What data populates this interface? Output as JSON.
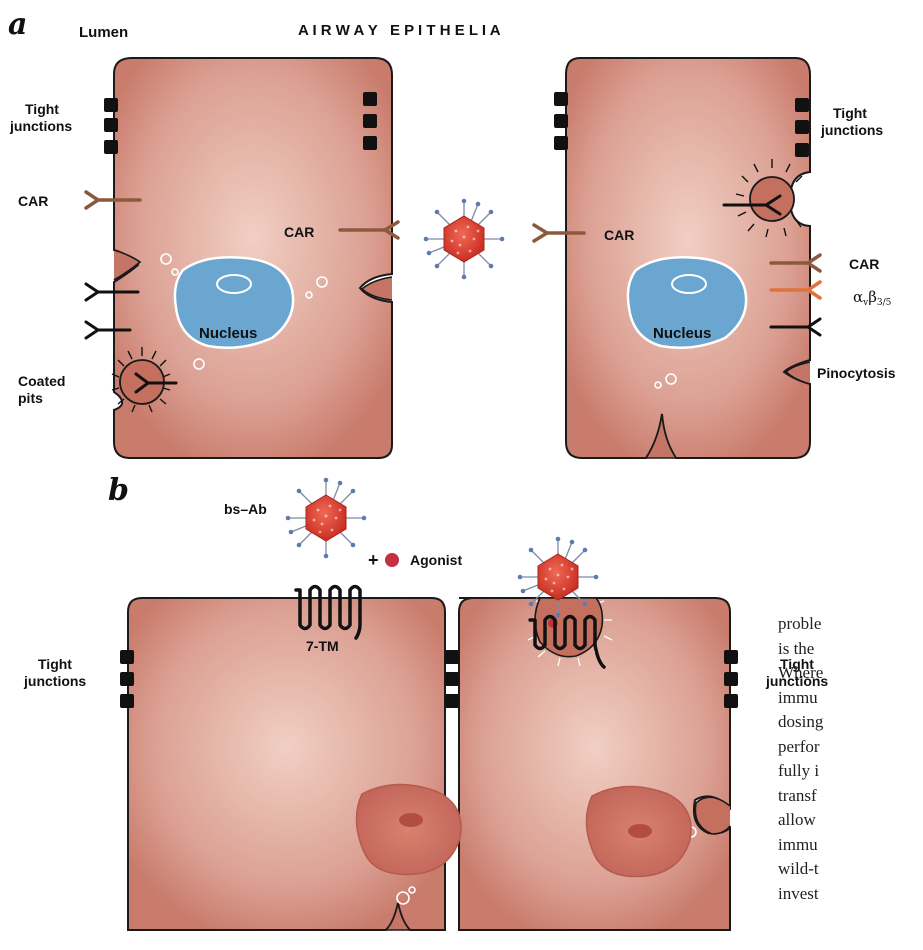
{
  "figure": {
    "panel_a_letter": "a",
    "panel_b_letter": "b",
    "title": "A I R W A Y   E P I T H E L I A",
    "panel_a": {
      "lumen": "Lumen",
      "tight_junctions_left_l1": "Tight",
      "tight_junctions_left_l2": "junctions",
      "tight_junctions_right_l1": "Tight",
      "tight_junctions_right_l2": "junctions",
      "car_left": "CAR",
      "car_mid_left": "CAR",
      "car_mid_right": "CAR",
      "car_right": "CAR",
      "integrin_alpha": "α",
      "integrin_sub_v": "v",
      "integrin_beta": "β",
      "integrin_sub_35": "3/5",
      "nucleus_left": "Nucleus",
      "nucleus_right": "Nucleus",
      "coated_pits_l1": "Coated",
      "coated_pits_l2": "pits",
      "pinocytosis": "Pinocytosis"
    },
    "panel_b": {
      "bs_ab": "bs–Ab",
      "plus": "+",
      "agonist": "Agonist",
      "seven_tm": "7-TM",
      "tight_junctions_left_l1": "Tight",
      "tight_junctions_left_l2": "junctions",
      "tight_junctions_right_l1": "Tight",
      "tight_junctions_right_l2": "junctions"
    }
  },
  "body_text": [
    "proble",
    "is the",
    "Where",
    "immu",
    "dosing",
    "perfor",
    "fully i",
    "transf",
    "allow",
    "immu",
    "wild-t",
    "invest"
  ],
  "colors": {
    "cell_fill": "#cf8a7b",
    "cell_light": "#ecc5b8",
    "outline": "#1a1a1a",
    "nucleus_blue": "#6aa6cf",
    "car_brown": "#8b5a3c",
    "integrin_orange": "#e0733c",
    "virus_red": "#d93a2b",
    "junction_black": "#111111"
  }
}
